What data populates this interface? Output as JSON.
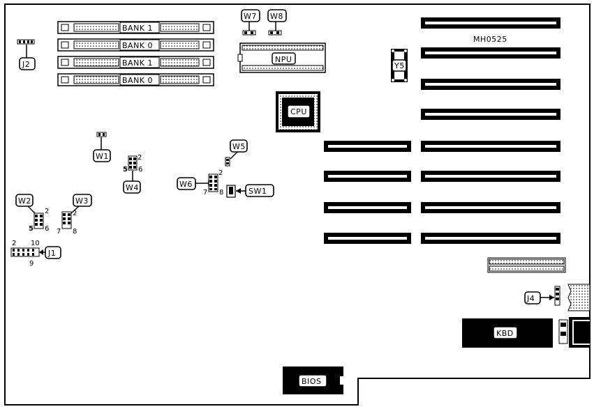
{
  "board_id": "MH0525",
  "memory_banks": [
    "BANK 1",
    "BANK 0",
    "BANK 1",
    "BANK 0"
  ],
  "chips": {
    "npu": "NPU",
    "cpu": "CPU",
    "crystal": "Y5",
    "keyboard": "KBD",
    "bios": "BIOS"
  },
  "jumpers": {
    "w1": "W1",
    "w2": "W2",
    "w3": "W3",
    "w4": "W4",
    "w5": "W5",
    "w6": "W6",
    "w7": "W7",
    "w8": "W8"
  },
  "connectors": {
    "j1": "J1",
    "j2": "J2",
    "j4": "J4"
  },
  "switch": "SW1",
  "pin_numbers": {
    "w2_top": "2",
    "w2_left": "5",
    "w2_bottom": "6",
    "w3_top": "2",
    "w3_left": "7",
    "w3_bottom": "8",
    "w4_top": "2",
    "w4_left": "5",
    "w4_bottom": "6",
    "w6_top": "2",
    "w6_left": "7",
    "w6_bottom": "8",
    "j1_top_left": "2",
    "j1_top_right": "10",
    "j1_bottom": "9"
  }
}
